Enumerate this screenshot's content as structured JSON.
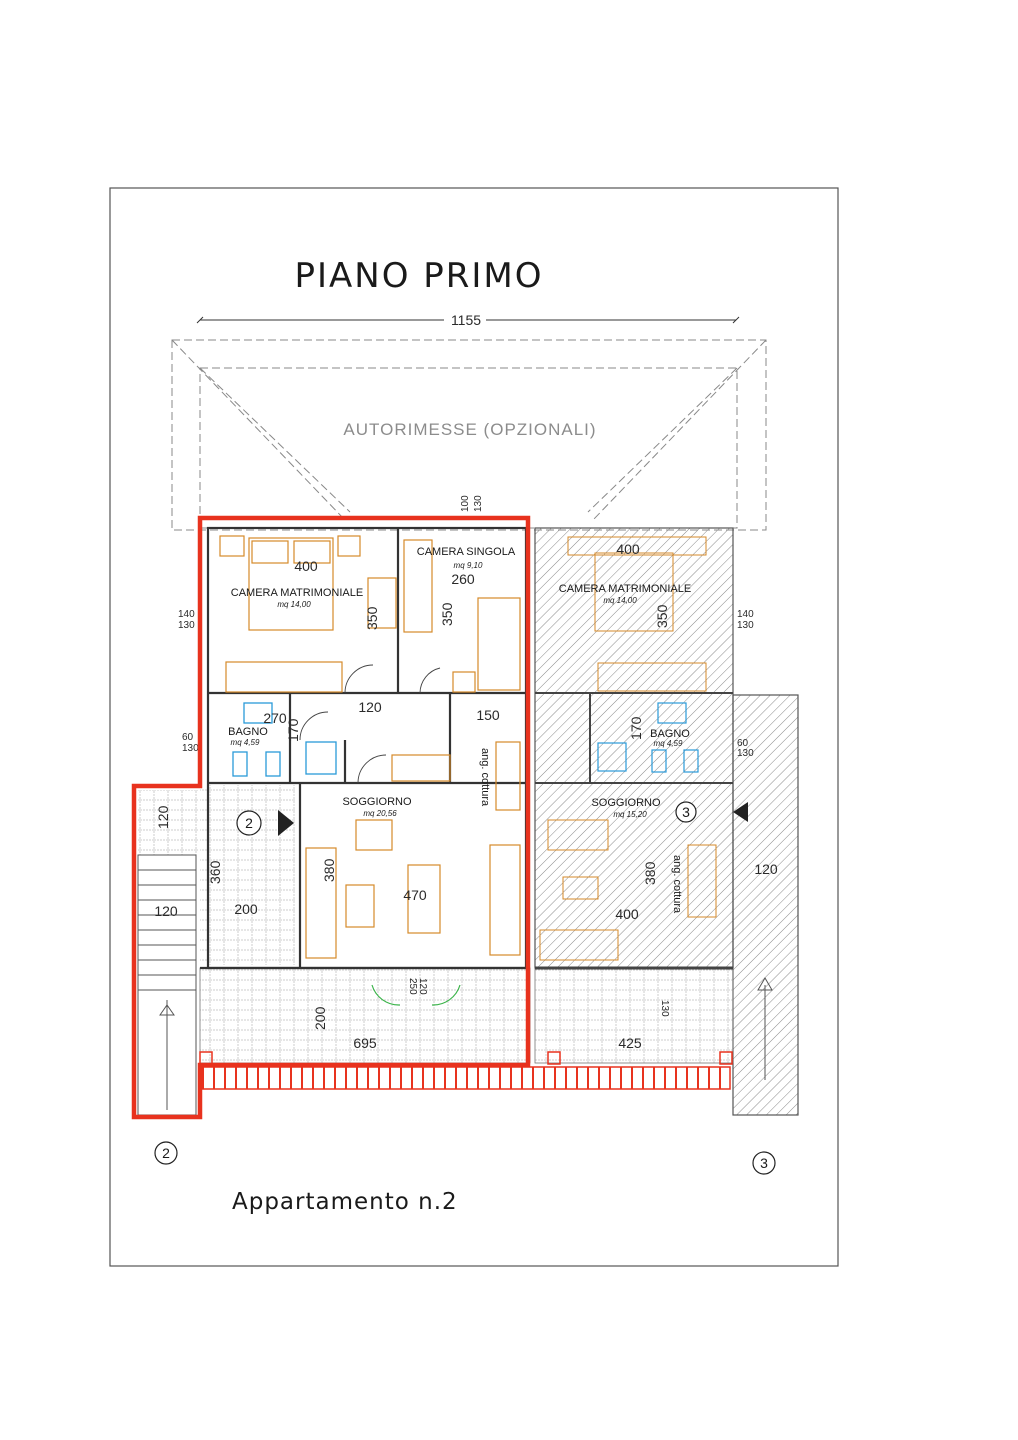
{
  "title": "PIANO PRIMO",
  "caption": "Appartamento n.2",
  "overall_width": "1155",
  "garage_label": "AUTORIMESSE (OPZIONALI)",
  "top_notch_dims": [
    "100",
    "130"
  ],
  "apartment_2": {
    "number": "2",
    "rooms": [
      {
        "name": "CAMERA MATRIMONIALE",
        "area": "mq 14,00"
      },
      {
        "name": "CAMERA SINGOLA",
        "area": "mq 9,10"
      },
      {
        "name": "BAGNO",
        "area": "mq 4,59"
      },
      {
        "name": "SOGGIORNO",
        "area": "mq 20,56"
      }
    ],
    "kitchen_label": "ang. cottura",
    "dims": {
      "bed_w": "400",
      "bed_h": "350",
      "single_w": "260",
      "single_h": "350",
      "hall_w": "120",
      "hall2_w": "150",
      "bath_w": "270",
      "bath_h": "170",
      "living_w": "470",
      "living_h": "380",
      "stair_landing": "120",
      "stair_w": "120",
      "porch_w": "200",
      "porch_h": "360",
      "terrace_h": "200",
      "terrace_w": "695",
      "win_left_top": "140",
      "win_left_bot": "130",
      "win_bath_top": "60",
      "win_bath_bot": "130",
      "door_a": "120",
      "door_b": "250"
    }
  },
  "apartment_3": {
    "number": "3",
    "rooms": [
      {
        "name": "CAMERA MATRIMONIALE",
        "area": "mq 14,00"
      },
      {
        "name": "BAGNO",
        "area": "mq 4,59"
      },
      {
        "name": "SOGGIORNO",
        "area": "mq 15,20"
      }
    ],
    "kitchen_label": "ang. cottura",
    "dims": {
      "bed_w": "400",
      "bed_h": "350",
      "bath_h": "170",
      "living_w": "400",
      "living_h": "380",
      "terrace_w": "425",
      "stair_w": "120",
      "win_right_top": "140",
      "win_right_bot": "130",
      "win_bath_top": "60",
      "win_bath_bot": "130",
      "door": "130"
    }
  },
  "colors": {
    "outline": "#e8321e",
    "furniture": "#d58a2a",
    "fixtures": "#2a9ad8",
    "door_swing": "#3cb44b",
    "walls": "#333333",
    "ghost": "#999999"
  }
}
